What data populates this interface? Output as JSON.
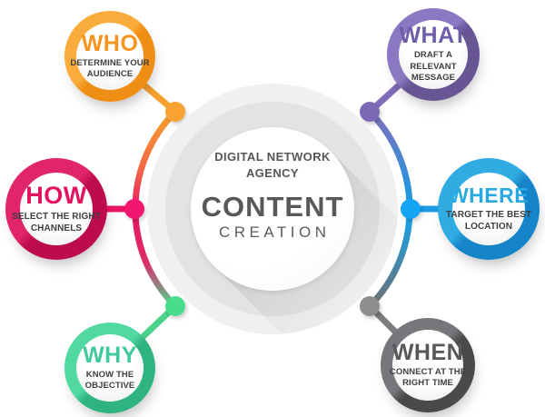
{
  "center": {
    "agency_line1": "DIGITAL NETWORK",
    "agency_line2": "AGENCY",
    "title": "CONTENT",
    "subtitle": "CREATION",
    "text_color": "#57585a"
  },
  "nodes": [
    {
      "id": "who",
      "label": "WHO",
      "desc_lines": [
        "DETERMINE YOUR",
        "AUDIENCE"
      ],
      "color": "#f6941e",
      "ring_light": "#f9ac3b",
      "ring_dark": "#ef8e14",
      "dot_color": "#f7a233",
      "line_color": "#f6a02f"
    },
    {
      "id": "what",
      "label": "WHAT",
      "desc_lines": [
        "DRAFT A",
        "RELEVANT",
        "MESSAGE"
      ],
      "color": "#6d5ca8",
      "ring_light": "#8a78c2",
      "ring_dark": "#685594",
      "dot_color": "#7c69b6",
      "line_color": "#7e6cb8"
    },
    {
      "id": "how",
      "label": "HOW",
      "desc_lines": [
        "SELECT THE RIGHT",
        "CHANNELS"
      ],
      "color": "#e3125f",
      "ring_light": "#e02568",
      "ring_dark": "#bd0c4e",
      "dot_color": "#f2136e",
      "line_color": "#ed1565"
    },
    {
      "id": "where",
      "label": "WHERE",
      "desc_lines": [
        "TARGET THE BEST",
        "LOCATION"
      ],
      "color": "#29a9e1",
      "ring_light": "#30ace3",
      "ring_dark": "#1584c9",
      "dot_color": "#18a4f4",
      "line_color": "#1b9ce4"
    },
    {
      "id": "why",
      "label": "WHY",
      "desc_lines": [
        "KNOW THE",
        "OBJECTIVE"
      ],
      "color": "#41c89b",
      "ring_light": "#52d9a2",
      "ring_dark": "#2fb381",
      "dot_color": "#4adc8c",
      "line_color": "#4cd18c"
    },
    {
      "id": "when",
      "label": "WHEN",
      "desc_lines": [
        "CONNECT AT THE",
        "RIGHT TIME"
      ],
      "color": "#57585a",
      "ring_light": "#77777b",
      "ring_dark": "#4a4a4c",
      "dot_color": "#8e8e90",
      "line_color": "#7d7d7f"
    }
  ],
  "hub_colors": {
    "halo": "#f0f0f1",
    "ring": "#e3e3e4",
    "core": "#ffffff"
  }
}
